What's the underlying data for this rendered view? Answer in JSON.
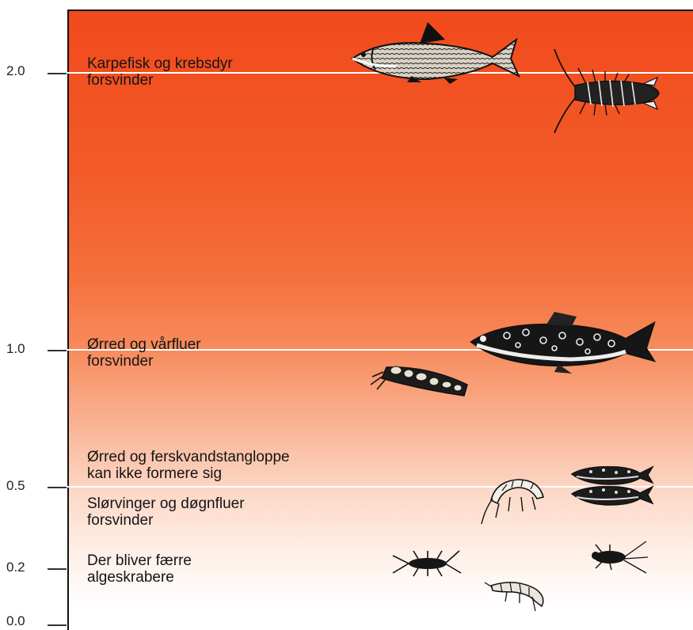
{
  "axis": {
    "ticks": [
      "2.0",
      "1.0",
      "0.5",
      "0.2",
      "0.0"
    ]
  },
  "captions": [
    {
      "line1": "Karpefisk og krebsdyr",
      "line2": "forsvinder"
    },
    {
      "line1": "Ørred og vårfluer",
      "line2": "forsvinder"
    },
    {
      "line1": "Ørred og ferskvandstangloppe",
      "line2": "kan ikke formere sig"
    },
    {
      "line1": "Slørvinger og døgnfluer",
      "line2": "forsvinder"
    },
    {
      "line1": "Der bliver færre",
      "line2": "algeskrabere"
    }
  ],
  "colors": {
    "top": "#f24a1c",
    "bottom": "#ffffff",
    "threshold_line": "#ffffff",
    "ink": "#141414"
  },
  "icons": [
    "carp-fish-icon",
    "crayfish-icon",
    "trout-icon",
    "caddisfly-larva-icon",
    "small-trout-icon",
    "freshwater-amphipod-icon",
    "stonefly-nymph-icon",
    "mayfly-nymph-icon",
    "snail-grazer-icon"
  ]
}
